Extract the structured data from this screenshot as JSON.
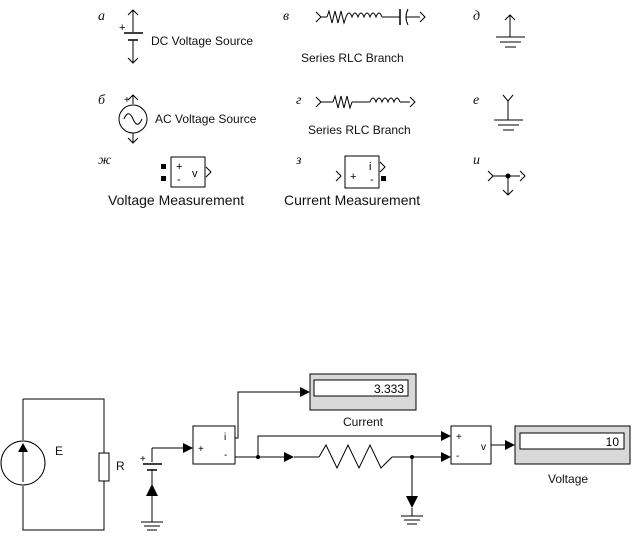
{
  "library": {
    "a": {
      "letter": "а",
      "label": "DC Voltage Source"
    },
    "b": {
      "letter": "б",
      "label": "AC Voltage Source"
    },
    "v": {
      "letter": "в",
      "label": "Series RLC Branch"
    },
    "g": {
      "letter": "г",
      "label": "Series RLC Branch"
    },
    "d": {
      "letter": "д"
    },
    "e": {
      "letter": "е"
    },
    "zh": {
      "letter": "ж",
      "label": "Voltage Measurement",
      "port_plus": "+",
      "port_minus": "-",
      "port_out": "v"
    },
    "z": {
      "letter": "з",
      "label": "Current Measurement",
      "port_plus": "+",
      "port_minus": "-",
      "port_out": "i"
    },
    "i": {
      "letter": "и"
    }
  },
  "circuit": {
    "source_label": "E",
    "resistor_label": "R"
  },
  "model": {
    "dc_plus": "+",
    "current_meas": {
      "port_plus": "+",
      "port_minus": "-",
      "port_out": "i"
    },
    "voltage_meas": {
      "port_plus": "+",
      "port_minus": "-",
      "port_out": "v"
    },
    "current_display": {
      "value": "3.333",
      "label": "Current"
    },
    "voltage_display": {
      "value": "10",
      "label": "Voltage"
    }
  }
}
